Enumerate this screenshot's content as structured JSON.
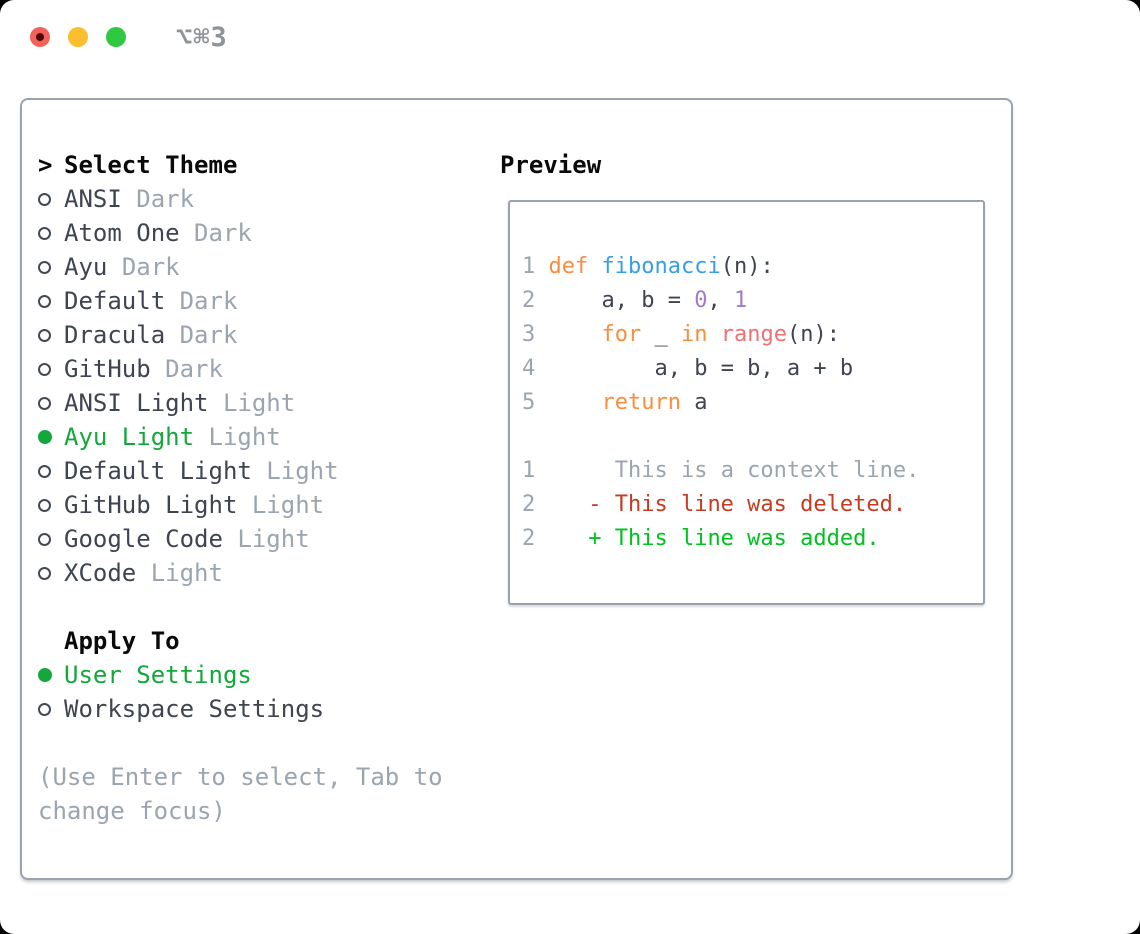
{
  "window": {
    "title": "⌥⌘3",
    "controls": [
      {
        "name": "close",
        "color": "#f4615a"
      },
      {
        "name": "minimize",
        "color": "#fbbf2d"
      },
      {
        "name": "zoom",
        "color": "#2fc840"
      }
    ]
  },
  "theme_picker": {
    "prompt": ">",
    "header": "Select Theme",
    "items": [
      {
        "name": "ANSI",
        "variant": "Dark",
        "selected": false
      },
      {
        "name": "Atom One",
        "variant": "Dark",
        "selected": false
      },
      {
        "name": "Ayu",
        "variant": "Dark",
        "selected": false
      },
      {
        "name": "Default",
        "variant": "Dark",
        "selected": false
      },
      {
        "name": "Dracula",
        "variant": "Dark",
        "selected": false
      },
      {
        "name": "GitHub",
        "variant": "Dark",
        "selected": false
      },
      {
        "name": "ANSI Light",
        "variant": "Light",
        "selected": false
      },
      {
        "name": "Ayu Light",
        "variant": "Light",
        "selected": true
      },
      {
        "name": "Default Light",
        "variant": "Light",
        "selected": false
      },
      {
        "name": "GitHub Light",
        "variant": "Light",
        "selected": false
      },
      {
        "name": "Google Code",
        "variant": "Light",
        "selected": false
      },
      {
        "name": "XCode",
        "variant": "Light",
        "selected": false
      }
    ]
  },
  "apply_to": {
    "header": "Apply To",
    "options": [
      {
        "label": "User Settings",
        "selected": true
      },
      {
        "label": "Workspace Settings",
        "selected": false
      }
    ]
  },
  "help_lines": [
    "(Use Enter to select, Tab to",
    "change focus)"
  ],
  "preview": {
    "header": "Preview",
    "lines": [
      [
        {
          "t": "1",
          "c": "ln"
        },
        {
          "t": " ",
          "c": "pl"
        },
        {
          "t": "def",
          "c": "kw"
        },
        {
          "t": " ",
          "c": "pl"
        },
        {
          "t": "fibonacci",
          "c": "fn"
        },
        {
          "t": "(n):",
          "c": "pl"
        }
      ],
      [
        {
          "t": "2",
          "c": "ln"
        },
        {
          "t": "     ",
          "c": "pl"
        },
        {
          "t": "a, b = ",
          "c": "pl"
        },
        {
          "t": "0",
          "c": "nu"
        },
        {
          "t": ", ",
          "c": "pl"
        },
        {
          "t": "1",
          "c": "nu"
        }
      ],
      [
        {
          "t": "3",
          "c": "ln"
        },
        {
          "t": "     ",
          "c": "pl"
        },
        {
          "t": "for",
          "c": "kw"
        },
        {
          "t": " _ ",
          "c": "pl"
        },
        {
          "t": "in",
          "c": "kw"
        },
        {
          "t": " ",
          "c": "pl"
        },
        {
          "t": "range",
          "c": "bi"
        },
        {
          "t": "(n):",
          "c": "pl"
        }
      ],
      [
        {
          "t": "4",
          "c": "ln"
        },
        {
          "t": "         ",
          "c": "pl"
        },
        {
          "t": "a, b = b, a + b",
          "c": "pl"
        }
      ],
      [
        {
          "t": "5",
          "c": "ln"
        },
        {
          "t": "     ",
          "c": "pl"
        },
        {
          "t": "return",
          "c": "kw"
        },
        {
          "t": " a",
          "c": "pl"
        }
      ],
      [],
      [
        {
          "t": "1",
          "c": "ln"
        },
        {
          "t": "      ",
          "c": "pl"
        },
        {
          "t": "This is a context line.",
          "c": "ctx"
        }
      ],
      [
        {
          "t": "2",
          "c": "ln"
        },
        {
          "t": "    ",
          "c": "pl"
        },
        {
          "t": "- This line was deleted.",
          "c": "del"
        }
      ],
      [
        {
          "t": "2",
          "c": "ln"
        },
        {
          "t": "    ",
          "c": "pl"
        },
        {
          "t": "+ This line was added.",
          "c": "add"
        }
      ]
    ]
  },
  "colors": {
    "selected_green": "#14a73c",
    "diff_added_green": "#00c21e",
    "diff_deleted_red": "#c53b22",
    "keyword_orange": "#fa8d3e",
    "function_blue": "#399ee6",
    "number_purple": "#a37acc",
    "builtin_coral": "#f07171",
    "muted_gray": "#9aa5b0",
    "text_dark": "#3e4450",
    "border_gray": "#9aa3ad"
  }
}
